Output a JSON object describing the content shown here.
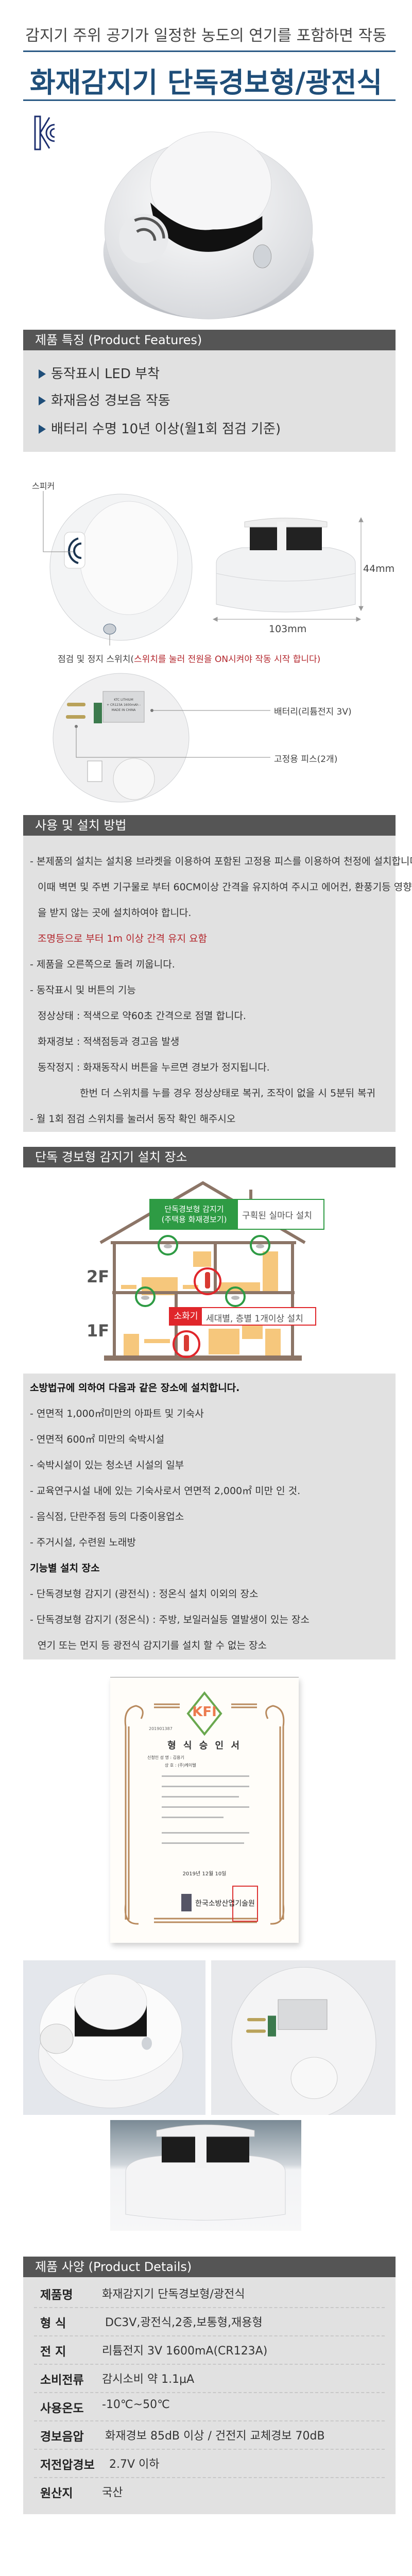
{
  "header": {
    "subtitle": "감지기 주위 공기가 일정한 농도의 연기를 포함하면 작동",
    "title": "화재감지기 단독경보형/광전식",
    "cert_mark": "KC",
    "accent_color": "#1f4e79"
  },
  "features": {
    "heading": "제품 특징 (Product Features)",
    "items": [
      "동작표시 LED 부착",
      "화재음성 경보음 작동",
      "배터리 수명 10년 이상(월1회 점검 기준)"
    ]
  },
  "parts": {
    "speaker": "스피커",
    "switch_label": "점검 및 정지 스위치(",
    "switch_note": "스위치를 눌러 전원을 ON시켜야 작동 시작 합니다)",
    "height": "44mm",
    "width": "103mm",
    "battery": "배터리(리튬전지 3V)",
    "screws": "고정용 피스(2개)",
    "battery_print": [
      "KTC LITHIUM",
      "+ CR123A 1600mAh -",
      "MADE IN CHINA"
    ]
  },
  "usage": {
    "heading": "사용 및 설치 방법",
    "lines": [
      {
        "text": "- 본제품의 설치는 설치용 브라켓을 이용하여 포함된 고정용 피스를 이용하여 천정에 설치합니다.",
        "style": "normal"
      },
      {
        "text": "이때 벽면 및 주변 기구물로 부터 60CM이상 간격을 유지하여 주시고 에어컨, 환풍기등 영향",
        "style": "indent"
      },
      {
        "text": "을 받지 않는 곳에 설치하여야 합니다.",
        "style": "indent"
      },
      {
        "text": "조명등으로 부터 1m 이상 간격 유지 요함",
        "style": "red"
      },
      {
        "text": "- 제품을 오른쪽으로 돌려 끼웁니다.",
        "style": "normal"
      },
      {
        "text": "- 동작표시 및 버튼의 기능",
        "style": "normal"
      },
      {
        "text": "정상상태 : 적색으로 약60초 간격으로 점멸 합니다.",
        "style": "indent"
      },
      {
        "text": "화재경보 : 적색점등과 경고음 발생",
        "style": "indent"
      },
      {
        "text": "동작정지 : 화재동작시 버튼을 누르면 경보가 정지됩니다.",
        "style": "indent"
      },
      {
        "text": "한번 더 스위치를 누를 경우 정상상태로 복귀, 조작이 없을 시 5분뒤 복귀",
        "style": "indent2"
      },
      {
        "text": "- 월 1회 점검 스위치를 눌러서 동작 확인 해주시오",
        "style": "normal"
      }
    ]
  },
  "location": {
    "heading": "단독 경보형 감지기 설치 장소",
    "detector_title_1": "단독경보형 감지기",
    "detector_title_2": "(주택용 화재경보기)",
    "detector_desc": "구획된 실마다 설치",
    "extinguisher_title": "소화기",
    "extinguisher_desc": "세대별, 층별 1개이상 설치",
    "floor_2": "2F",
    "floor_1": "1F",
    "detector_color": "#2e9b44",
    "extinguisher_color": "#e0262b"
  },
  "regulation": {
    "heading": "소방법규에 의하여 다음과 같은 장소에 설치합니다.",
    "items": [
      "- 연면적 1,000㎡미만의 아파트 및 기숙사",
      "- 연면적 600㎡ 미만의 숙박시설",
      "- 숙박시설이 있는 청소년 시설의 일부",
      "- 교육연구시설 내에 있는 기숙사로서 연면적 2,000㎡ 미만 인 것.",
      "- 음식점, 단란주점 등의 다중이용업소",
      "- 주거시설, 수련원 노래방"
    ],
    "function_heading": "기능별 설치 장소",
    "function_items": [
      "- 단독경보형 감지기 (광전식) : 정온식 설치 이외의 장소",
      "- 단독경보형 감지기 (정온식) : 주방, 보일러실등 열발생이 있는 장소",
      "연기 또는 먼지 등 광전식 감지기를 설치 할 수 없는 장소"
    ]
  },
  "certificate": {
    "logo": "KFI",
    "title": "형 식 승 인 서",
    "number": "201901387",
    "fields": [
      {
        "label": "신청인  성    명 :",
        "value": "김용기"
      },
      {
        "label": "상    호 :",
        "value": "(주)케이텔"
      }
    ],
    "date": "2019년 12월 10일",
    "issuer": "한국소방산업기술원"
  },
  "specs": {
    "heading": "제품 사양 (Product Details)",
    "rows": [
      {
        "label": "제품명",
        "value": "화재감지기 단독경보형/광전식"
      },
      {
        "label": "형  식",
        "value": "DC3V,광전식,2종,보통형,재용형"
      },
      {
        "label": "전  지",
        "value": "리튬전지 3V 1600mA(CR123A)"
      },
      {
        "label": "소비전류",
        "value": "감시소비 약 1.1μA"
      },
      {
        "label": "사용온도",
        "value": "-10℃~50℃"
      },
      {
        "label": "경보음압",
        "value": "화재경보 85dB 이상 / 건전지 교체경보 70dB"
      },
      {
        "label": "저전압경보",
        "value": "2.7V 이하"
      },
      {
        "label": "원산지",
        "value": "국산"
      }
    ]
  }
}
